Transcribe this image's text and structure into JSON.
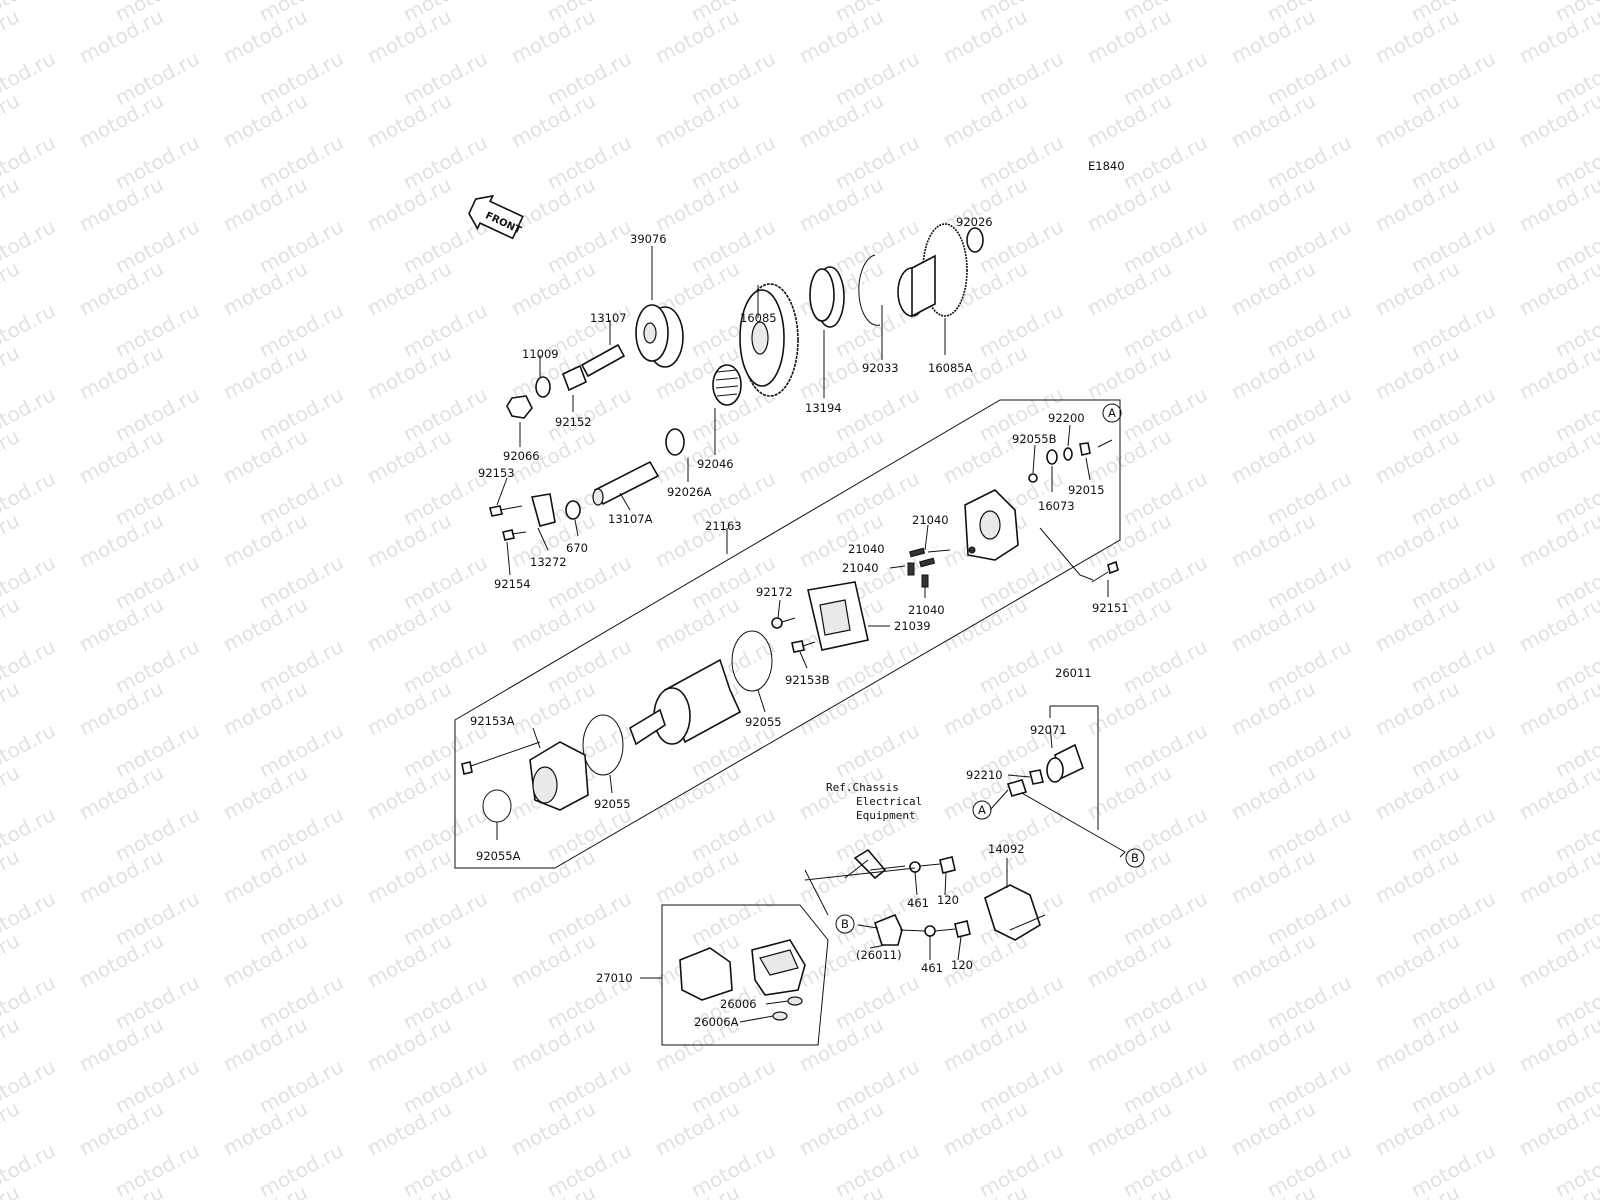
{
  "diagram_code": "E1840",
  "front_label": "FRONT",
  "watermark_text": "motod.ru",
  "reference_note": [
    "Ref.Chassis",
    "Electrical",
    "Equipment"
  ],
  "circle_markers": [
    "A",
    "B"
  ],
  "part_labels": {
    "p39076": "39076",
    "p13107": "13107",
    "p11009": "11009",
    "p16085": "16085",
    "p92026": "92026",
    "p92033": "92033",
    "p16085A": "16085A",
    "p13194": "13194",
    "p92152": "92152",
    "p92066": "92066",
    "p92046": "92046",
    "p92026A": "92026A",
    "p92153": "92153",
    "p13107A": "13107A",
    "p670": "670",
    "p13272": "13272",
    "p92154": "92154",
    "p21163": "21163",
    "p92200": "92200",
    "p92055B": "92055B",
    "p92015": "92015",
    "p16073": "16073",
    "p21040a": "21040",
    "p21040b": "21040",
    "p21040c": "21040",
    "p21040d": "21040",
    "p92172": "92172",
    "p21039": "21039",
    "p92153B": "92153B",
    "p92151": "92151",
    "p92055a": "92055",
    "p92153A": "92153A",
    "p92055b2": "92055",
    "p92055A": "92055A",
    "p26011": "26011",
    "p92071": "92071",
    "p92210": "92210",
    "p461a": "461",
    "p120a": "120",
    "p14092": "14092",
    "p26011p": "(26011)",
    "p461b": "461",
    "p120b": "120",
    "p27010": "27010",
    "p26006": "26006",
    "p26006A": "26006A"
  }
}
